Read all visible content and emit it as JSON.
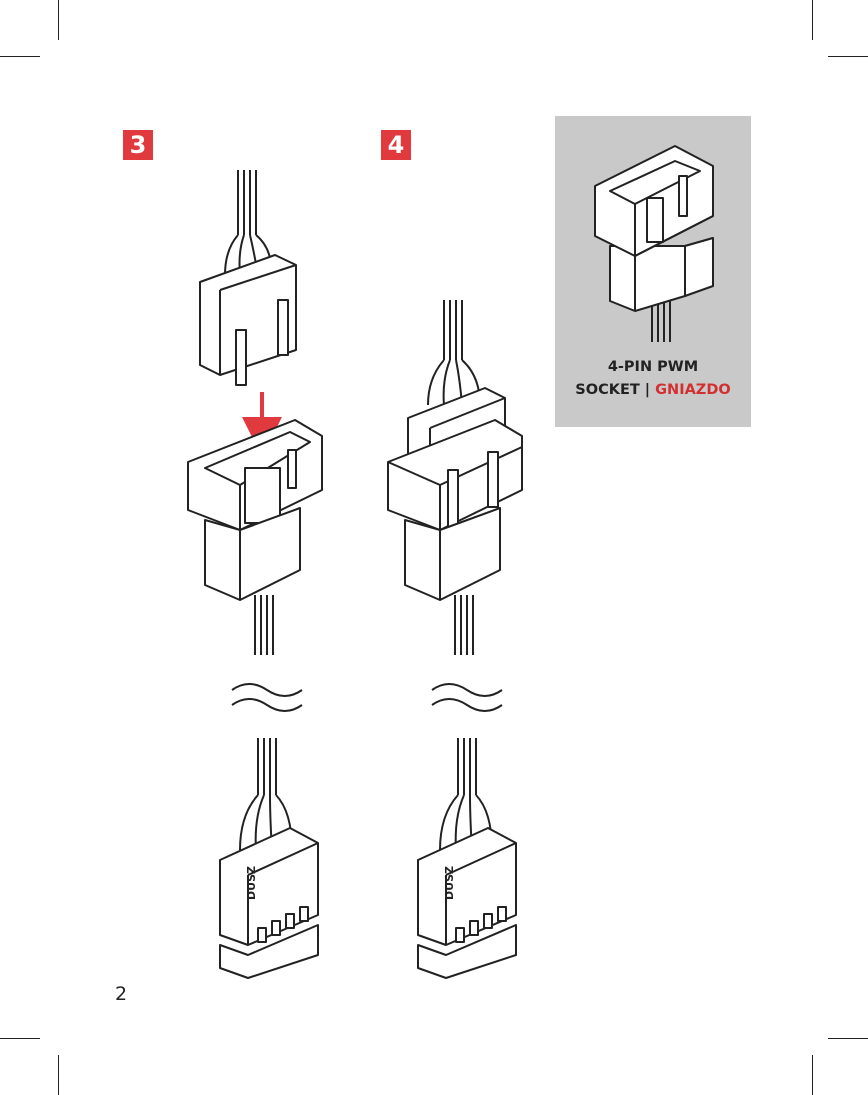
{
  "steps": [
    {
      "number": "3"
    },
    {
      "number": "4"
    }
  ],
  "socket_panel": {
    "line1": "4-PIN PWM",
    "line2_main": "SOCKET |",
    "line2_highlight": "GNIAZDO"
  },
  "connector_marking": "DUSZ",
  "page_number": "2",
  "colors": {
    "accent": "#e03a3e",
    "panel": "#c9c9c9",
    "line": "#222222"
  }
}
